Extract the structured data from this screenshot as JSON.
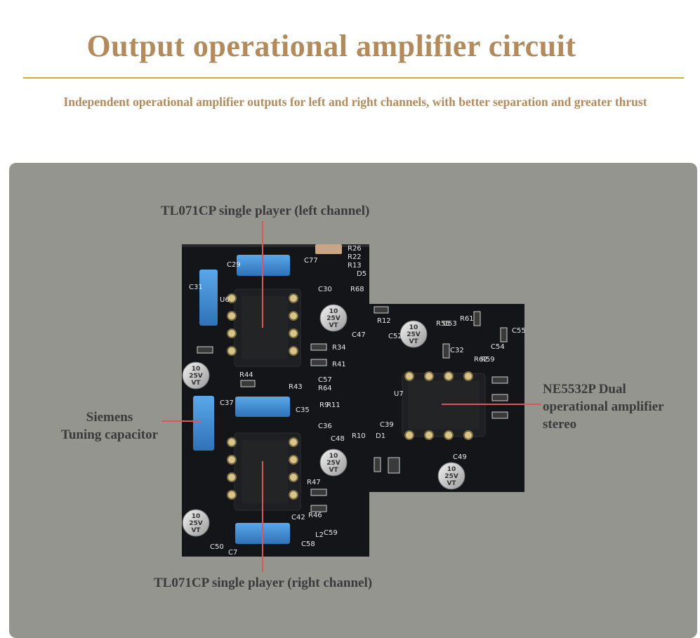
{
  "header": {
    "title": "Output operational amplifier circuit",
    "subtitle": "Independent operational amplifier outputs for left and right channels, with better separation and greater thrust"
  },
  "annotations": {
    "tl071_left": "TL071CP single player (left channel)",
    "tl071_right": "TL071CP single player (right channel)",
    "ne5532": [
      "NE5532P Dual",
      "operational amplifier",
      "stereo"
    ],
    "siemens": [
      "Siemens",
      "Tuning capacitor"
    ]
  },
  "pcb": {
    "silkscreen": [
      "C29",
      "C77",
      "R26",
      "R22",
      "R13",
      "D5",
      "R68",
      "C30",
      "C31",
      "C47",
      "R34",
      "R41",
      "R44",
      "R43",
      "C57",
      "R64",
      "R11",
      "R9",
      "C37",
      "C35",
      "C36",
      "C48",
      "R10",
      "D1",
      "C39",
      "R12",
      "C52",
      "C53",
      "R56",
      "R61",
      "C32",
      "C54",
      "C55",
      "R59",
      "R62",
      "U7",
      "C49",
      "R47",
      "R46",
      "C42",
      "L2",
      "C58",
      "C59",
      "C50",
      "C7",
      "U6"
    ],
    "cap_marking_top": "10",
    "cap_marking_mid": "25V",
    "cap_marking_bot": "VT"
  },
  "colors": {
    "title": "#b38a5c",
    "rule": "#d6a83a",
    "panel": "#959590",
    "label": "#3a3a3a",
    "pointer": "#e0555a",
    "board": "#141518",
    "film_cap": "#3d8ed6"
  }
}
